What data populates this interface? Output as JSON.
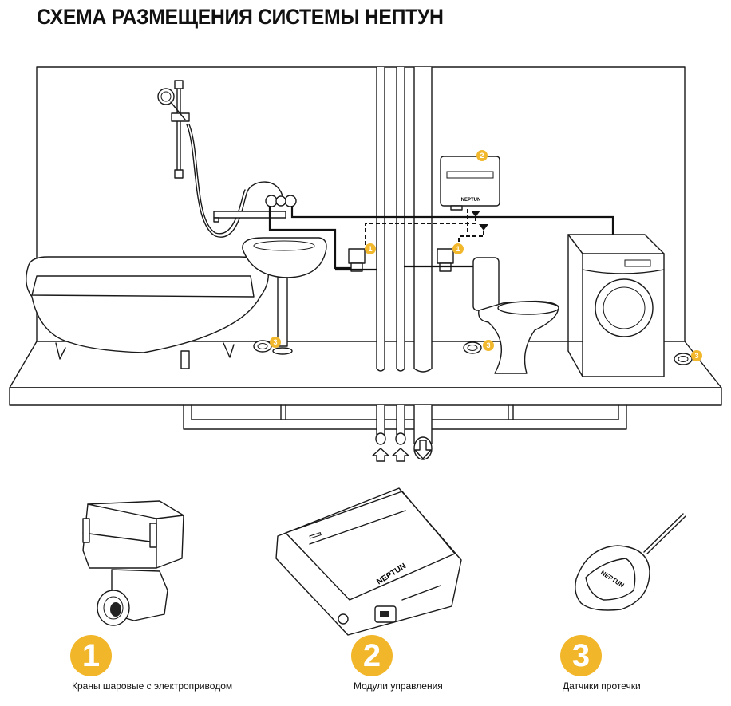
{
  "title": "СХЕМА РАЗМЕЩЕНИЯ СИСТЕМЫ НЕПТУН",
  "colors": {
    "accent": "#f2b62a",
    "line": "#1a1a1a",
    "background": "#ffffff"
  },
  "brand_mark": "NEPTUN",
  "diagram": {
    "room_items": [
      "bathtub",
      "shower",
      "washbasin",
      "faucet",
      "toilet",
      "washing-machine",
      "risers"
    ],
    "markers": {
      "valve": "1",
      "control_module": "2",
      "leak_sensor": "3"
    },
    "flow_arrows": [
      "up",
      "up",
      "down"
    ]
  },
  "legend": [
    {
      "number": "1",
      "label": "Краны шаровые с электроприводом",
      "icon": "ball-valve-icon"
    },
    {
      "number": "2",
      "label": "Модули управления",
      "icon": "control-module-icon"
    },
    {
      "number": "3",
      "label": "Датчики протечки",
      "icon": "leak-sensor-icon"
    }
  ]
}
